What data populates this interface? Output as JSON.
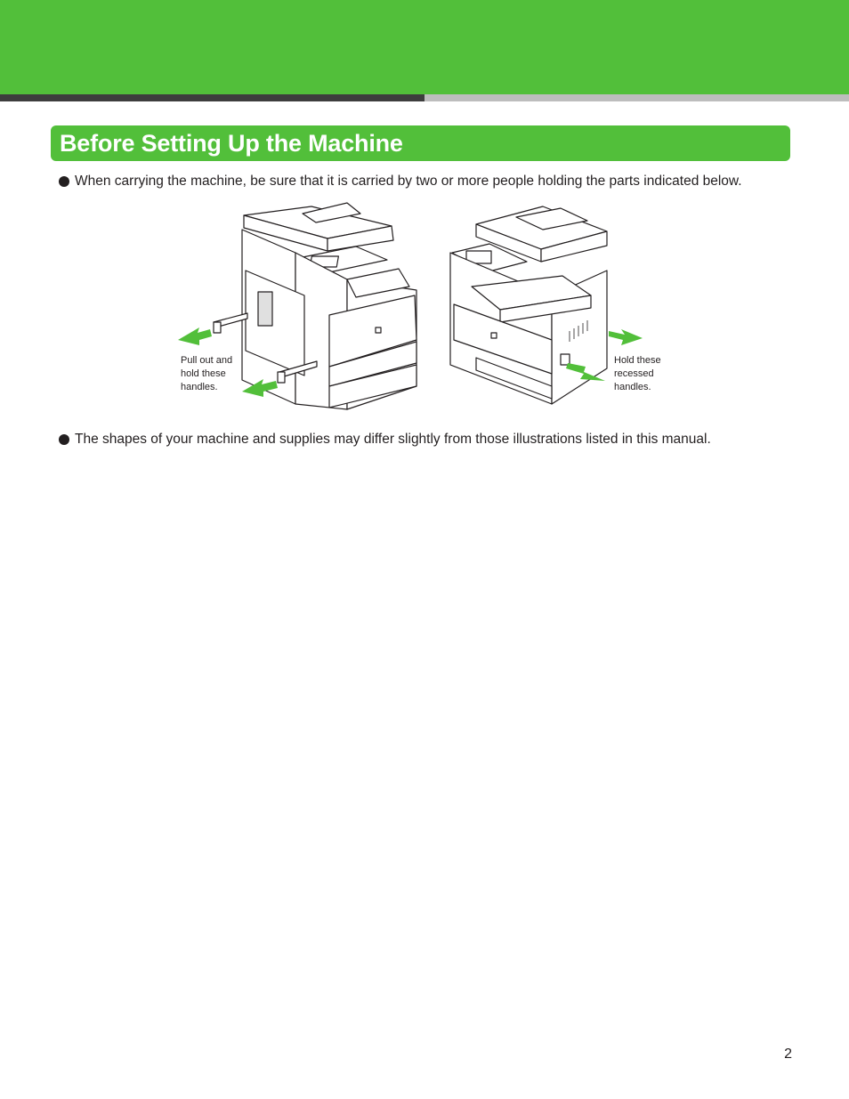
{
  "section_title": "Before Setting Up the Machine",
  "bullets": [
    "When carrying the machine, be sure that it is carried by two or more people holding the parts indicated below.",
    "The shapes of your machine and supplies may differ slightly from those illustrations listed in this manual."
  ],
  "figure": {
    "left_caption": "Pull out and\nhold these\nhandles.",
    "right_caption": "Hold these\nrecessed\nhandles."
  },
  "page_number": "2",
  "colors": {
    "brand_green": "#52bf3a",
    "dark_bar": "#3d3d3d",
    "light_bar": "#bdbdbd"
  }
}
